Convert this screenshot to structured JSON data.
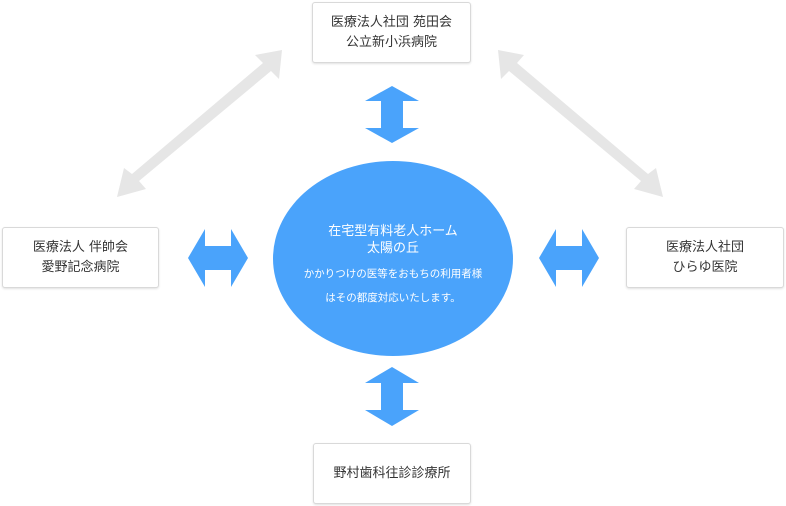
{
  "center": {
    "title_line1": "在宅型有料老人ホーム",
    "title_line2": "太陽の丘",
    "desc_line1": "かかりつけの医等をおもちの利用者様",
    "desc_line2": "はその都度対応いたします。"
  },
  "partners": {
    "top": {
      "line1": "医療法人社団 苑田会",
      "line2": "公立新小浜病院"
    },
    "left": {
      "line1": "医療法人 伴帥会",
      "line2": "愛野記念病院"
    },
    "right": {
      "line1": "医療法人社団",
      "line2": "ひらゆ医院"
    },
    "bottom": {
      "line1": "野村歯科往診診療所"
    }
  },
  "colors": {
    "center_fill": "#4aa3fb",
    "arrow_blue": "#4aa3fb",
    "arrow_gray": "#e6e6e6",
    "box_border": "#d9d9d9",
    "text": "#333333"
  }
}
